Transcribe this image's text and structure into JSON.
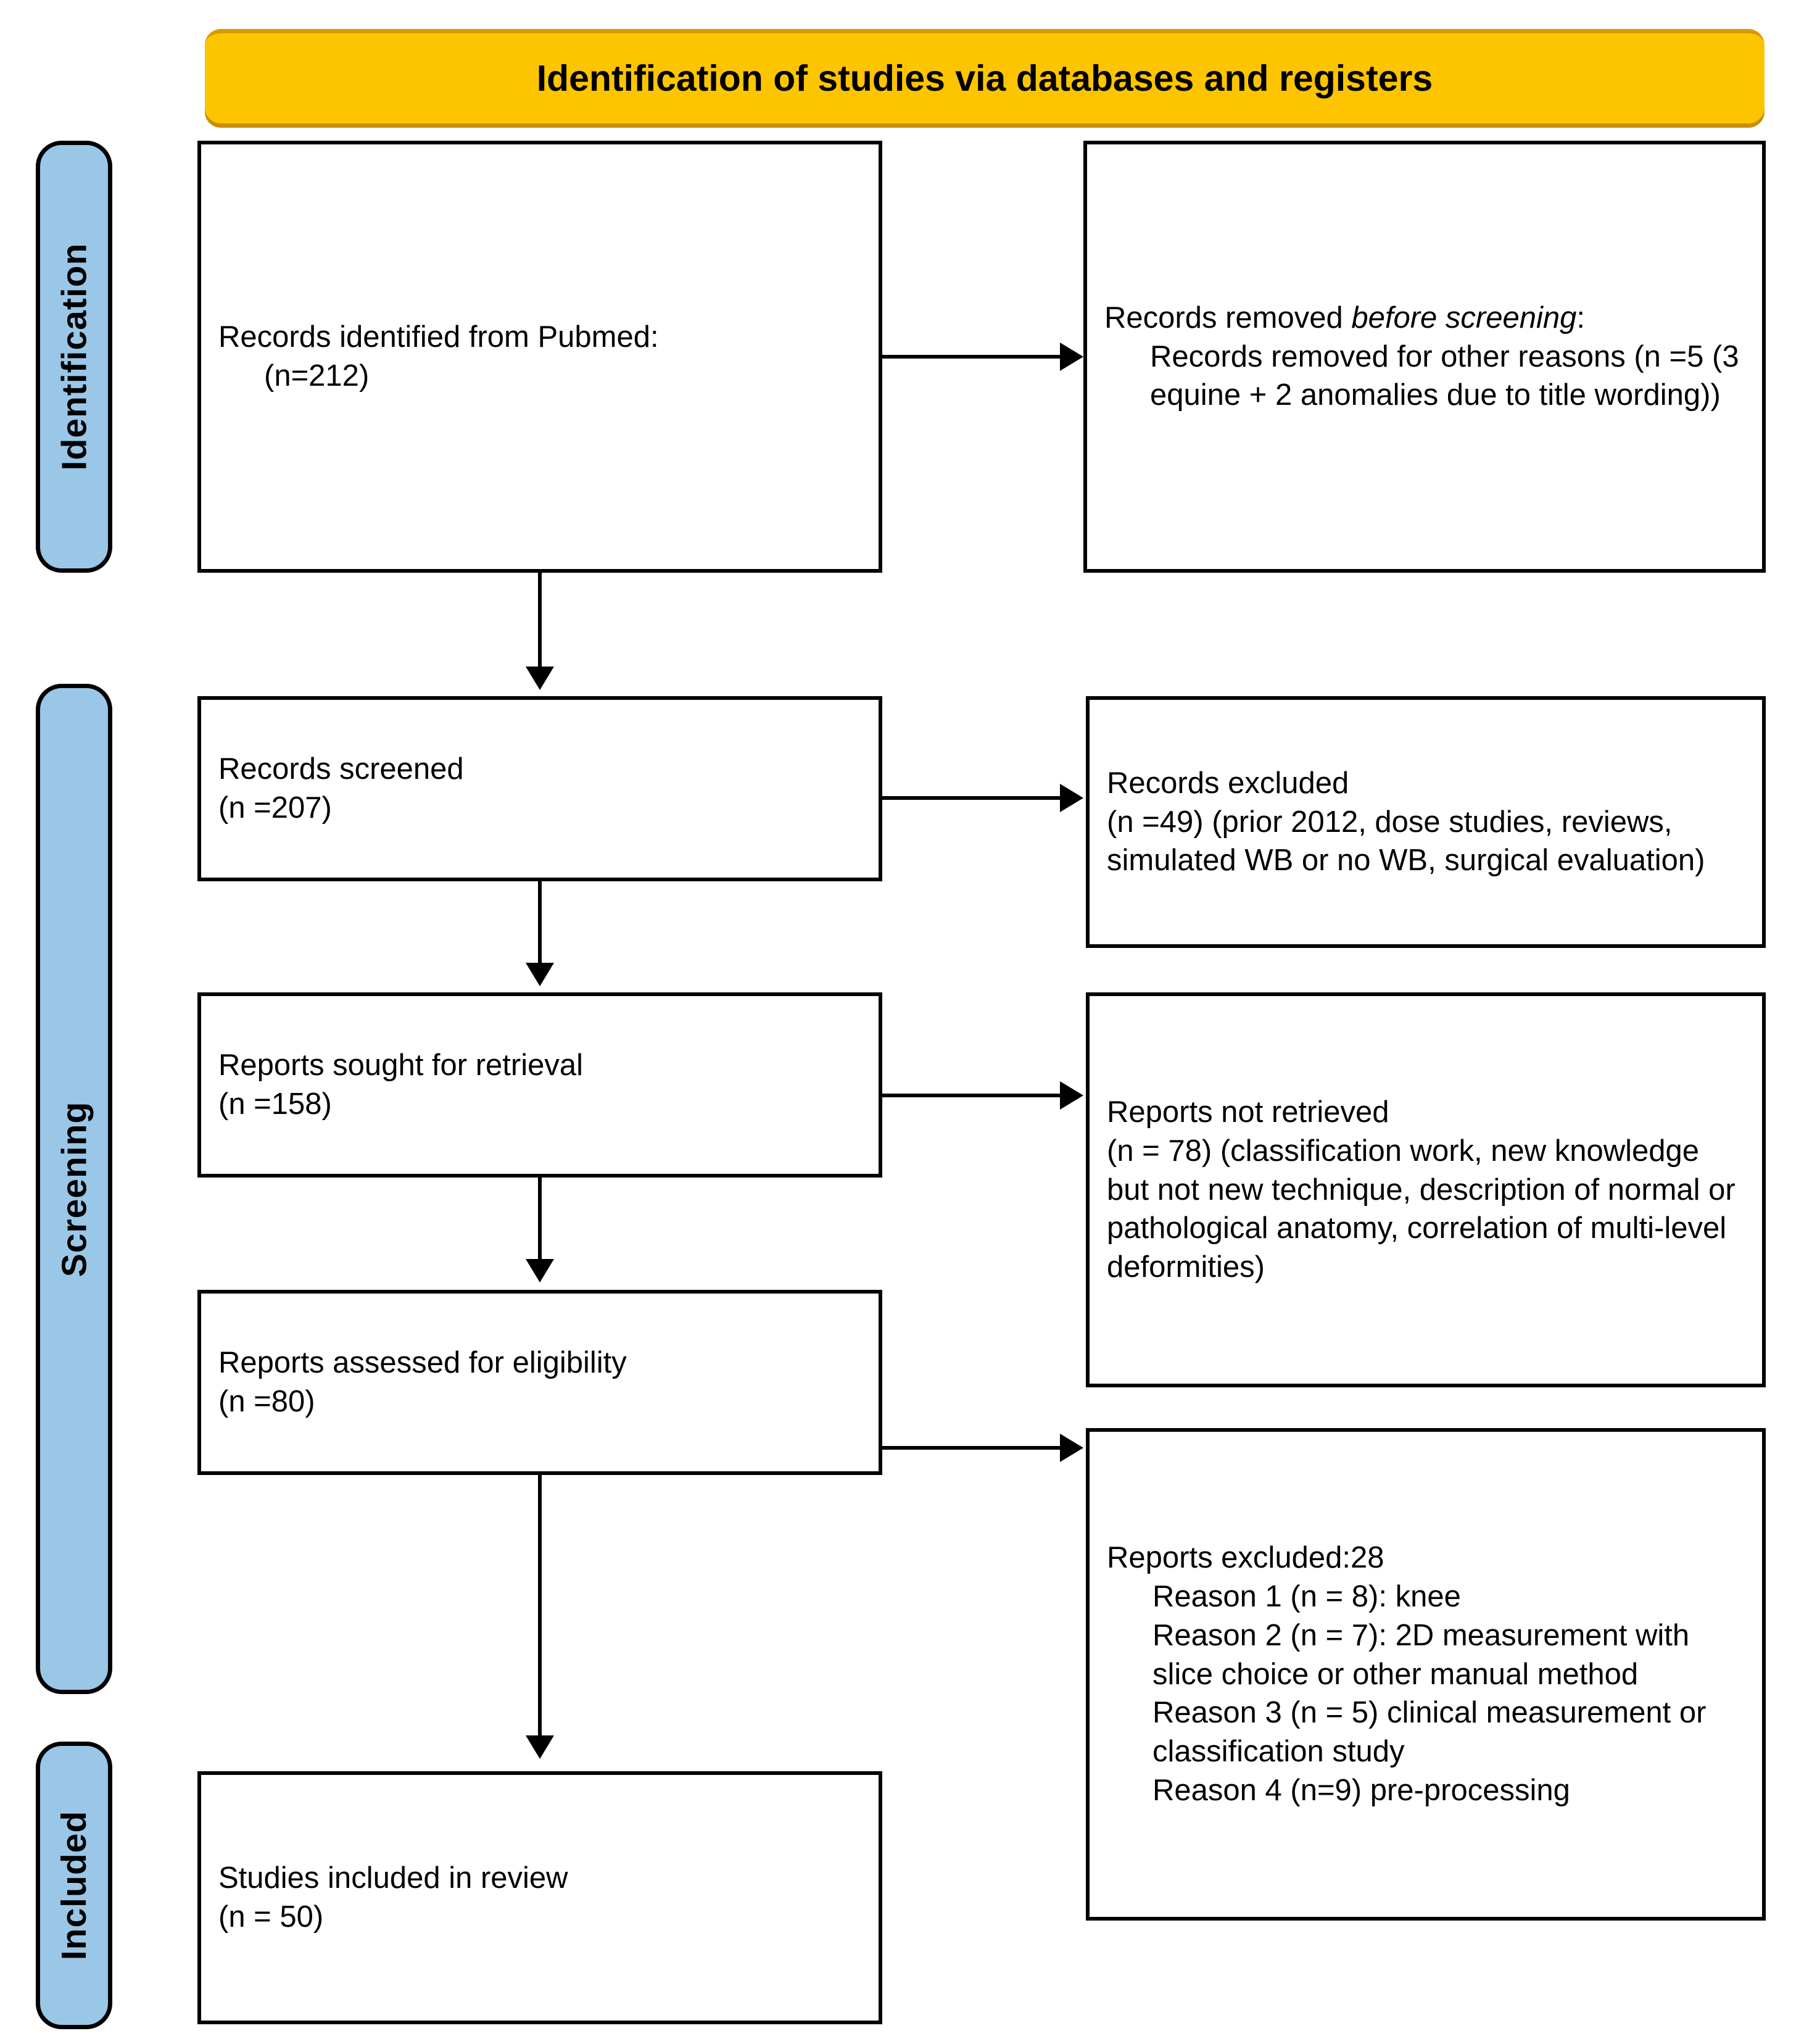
{
  "banner": {
    "title": "Identification of studies via databases and registers",
    "color": "#FDC500"
  },
  "stages": {
    "color": "#9AC7E8",
    "identification": "Identification",
    "screening": "Screening",
    "included": "Included"
  },
  "boxes": {
    "identified": {
      "line1": "Records identified from Pubmed:",
      "line2": "(n=212)"
    },
    "removed_before_screening": {
      "heading_prefix": "Records removed ",
      "heading_italic": "before screening",
      "heading_suffix": ":",
      "body": "Records removed for other reasons (n =5 (3 equine + 2 anomalies due to title wording))"
    },
    "screened": {
      "line1": "Records screened",
      "line2": "(n =207)"
    },
    "records_excluded": {
      "line1": "Records excluded",
      "line2": "(n =49) (prior 2012, dose studies, reviews, simulated WB or no WB, surgical evaluation)"
    },
    "sought": {
      "line1": "Reports sought for retrieval",
      "line2": "(n =158)"
    },
    "not_retrieved": {
      "line1": "Reports not retrieved",
      "line2": "(n = 78) (classification work, new knowledge but not new technique, description of normal or pathological anatomy, correlation of multi-level deformities)"
    },
    "assessed": {
      "line1": "Reports assessed for eligibility",
      "line2": "(n =80)"
    },
    "reports_excluded": {
      "heading": "Reports excluded:28",
      "reason1": "Reason 1 (n = 8): knee",
      "reason2": "Reason 2 (n = 7): 2D measurement with slice choice or other manual method",
      "reason3": "Reason 3 (n = 5) clinical measurement or classification study",
      "reason4": "Reason 4 (n=9) pre-processing"
    },
    "included": {
      "line1": "Studies included in review",
      "line2": "(n = 50)"
    }
  }
}
